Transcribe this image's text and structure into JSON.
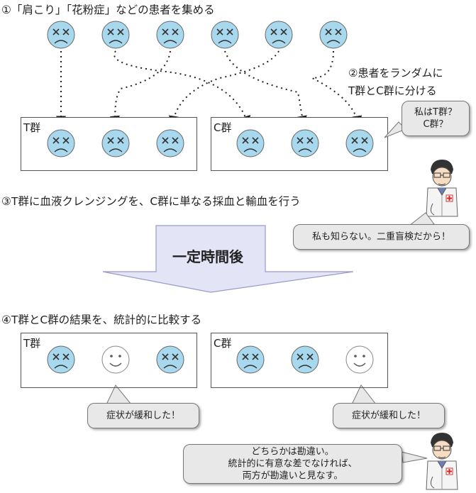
{
  "step1": "①「肩こり」「花粉症」などの患者を集める",
  "step2_line1": "②患者をランダムに",
  "step2_line2": "T群とC群に分ける",
  "step3": "③T群に血液クレンジングを、C群に単なる採血と輸血を行う",
  "arrow_label": "一定時間後",
  "step4": "④T群とC群の結果を、統計的に比較する",
  "group_t": "T群",
  "group_c": "C群",
  "bubble_patient_line1": "私はT群？",
  "bubble_patient_line2": "C群？",
  "bubble_doctor_top": "私も知らない。二重盲検だから！",
  "bubble_result_left": "症状が緩和した！",
  "bubble_result_right": "症状が緩和した！",
  "bubble_doctor_bottom_line1": "どちらかは勘違い。",
  "bubble_doctor_bottom_line2": "統計的に有意な差でなければ、",
  "bubble_doctor_bottom_line3": "両方が勘違いと見なす。",
  "colors": {
    "face_sad": "#a8d8ee",
    "face_happy": "#ffffff",
    "arrow_fill": "#e4e4f7",
    "bubble": "#e8e8e8"
  },
  "icons": [
    "sad-face-icon",
    "happy-face-icon",
    "doctor-icon",
    "down-arrow-icon"
  ]
}
